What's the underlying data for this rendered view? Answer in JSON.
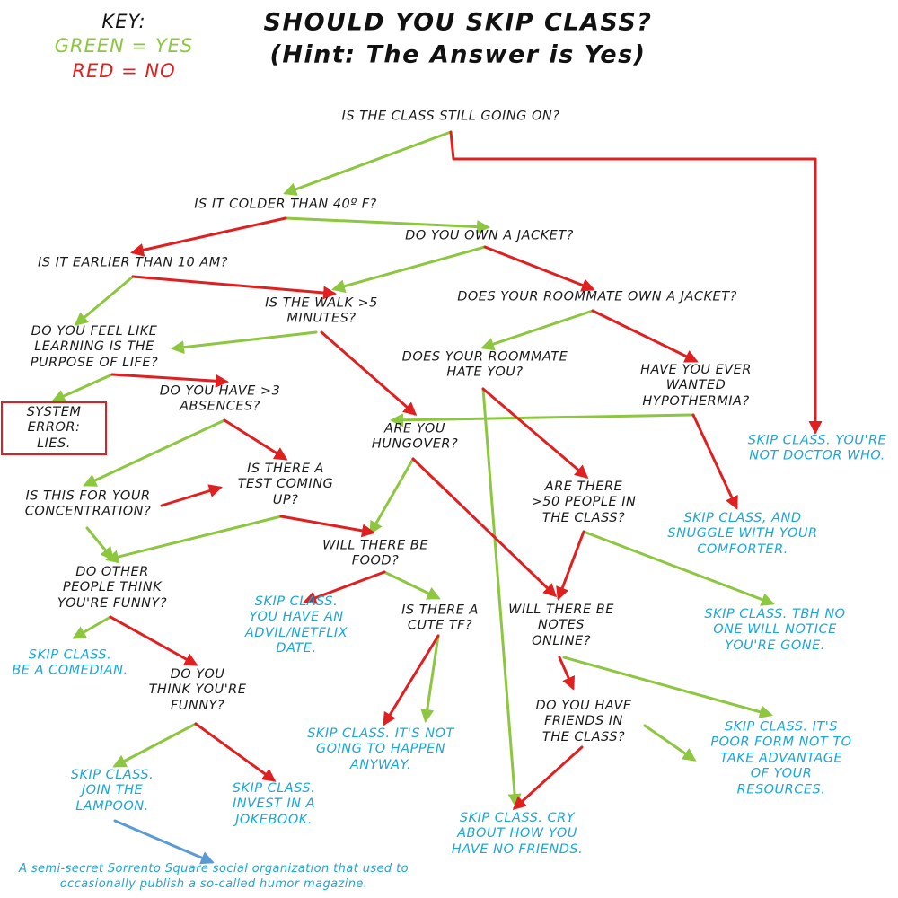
{
  "title": {
    "line1": "SHOULD YOU SKIP CLASS?",
    "line2": "(Hint: The Answer is Yes)"
  },
  "key": {
    "heading": "KEY:",
    "yes": "GREEN = YES",
    "no": "RED = NO"
  },
  "colors": {
    "yes": "#8dc63f",
    "no": "#e02020",
    "answer": "#1ba7d8",
    "footnote_arrow": "#5b9bd5",
    "question": "#1a1a1a"
  },
  "nodes": {
    "q_class_going": "IS THE CLASS STILL GOING ON?",
    "q_colder": "IS IT COLDER THAN 40º F?",
    "q_own_jacket": "DO YOU OWN A JACKET?",
    "q_earlier": "IS IT EARLIER THAN 10 AM?",
    "q_walk": "IS THE WALK >5\nMINUTES?",
    "q_roommate_jacket": "DOES YOUR ROOMMATE OWN A JACKET?",
    "q_learning": "DO YOU FEEL LIKE\nLEARNING IS THE\nPURPOSE OF LIFE?",
    "q_roommate_hate": "DOES YOUR ROOMMATE\nHATE YOU?",
    "q_hypothermia": "HAVE YOU EVER\nWANTED\nHYPOTHERMIA?",
    "system_error": "SYSTEM\nERROR:\nLIES.",
    "q_absences": "DO YOU HAVE >3\nABSENCES?",
    "q_hungover": "ARE YOU\nHUNGOVER?",
    "a_doctor_who": "SKIP CLASS. YOU'RE\nNOT DOCTOR WHO.",
    "q_test": "IS THERE A\nTEST COMING\nUP?",
    "q_concentration": "IS THIS FOR YOUR\nCONCENTRATION?",
    "q_50_people": "ARE THERE\n>50 PEOPLE IN\nTHE CLASS?",
    "a_snuggle": "SKIP CLASS, AND\nSNUGGLE WITH YOUR\nCOMFORTER.",
    "q_food": "WILL THERE BE\nFOOD?",
    "q_funny_others": "DO OTHER\nPEOPLE THINK\nYOU'RE FUNNY?",
    "a_advil": "SKIP CLASS.\nYOU HAVE AN\nADVIL/NETFLIX\nDATE.",
    "q_cute_tf": "IS THERE A\nCUTE TF?",
    "q_notes": "WILL THERE BE\nNOTES\nONLINE?",
    "a_no_one_notice": "SKIP CLASS. TBH NO\nONE WILL NOTICE\nYOU'RE GONE.",
    "a_comedian": "SKIP CLASS.\nBE A COMEDIAN.",
    "q_funny_self": "DO YOU\nTHINK YOU'RE\nFUNNY?",
    "q_friends": "DO YOU HAVE\nFRIENDS IN\nTHE CLASS?",
    "a_not_happen": "SKIP CLASS. IT'S NOT\nGOING TO HAPPEN\nANYWAY.",
    "a_poor_form": "SKIP CLASS. IT'S\nPOOR FORM NOT TO\nTAKE ADVANTAGE\nOF YOUR\nRESOURCES.",
    "a_lampoon": "SKIP CLASS.\nJOIN THE\nLAMPOON.",
    "a_jokebook": "SKIP CLASS.\nINVEST IN A\nJOKEBOOK.",
    "a_cry": "SKIP CLASS. CRY\nABOUT HOW YOU\nHAVE NO FRIENDS."
  },
  "footnote": "A semi-secret Sorrento Square social organization that used to\noccasionally publish a so-called humor magazine."
}
